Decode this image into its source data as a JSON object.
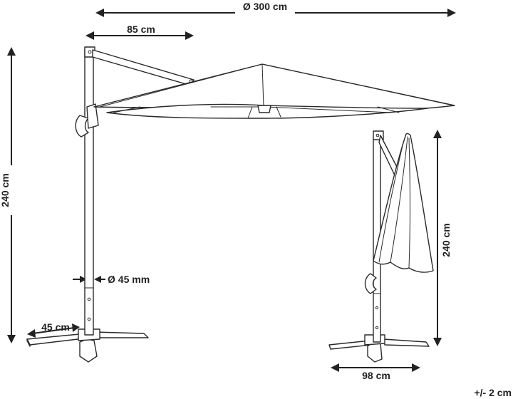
{
  "dimensions": {
    "canopy_diameter": "Ø 300 cm",
    "arm_length": "85 cm",
    "height_left": "240 cm",
    "pole_diameter": "Ø 45 mm",
    "base_half": "45 cm",
    "height_right": "240 cm",
    "base_width": "98 cm",
    "tolerance": "+/- 2 cm"
  },
  "colors": {
    "line": "#2a2a2a",
    "text": "#222222",
    "background": "#ffffff"
  }
}
